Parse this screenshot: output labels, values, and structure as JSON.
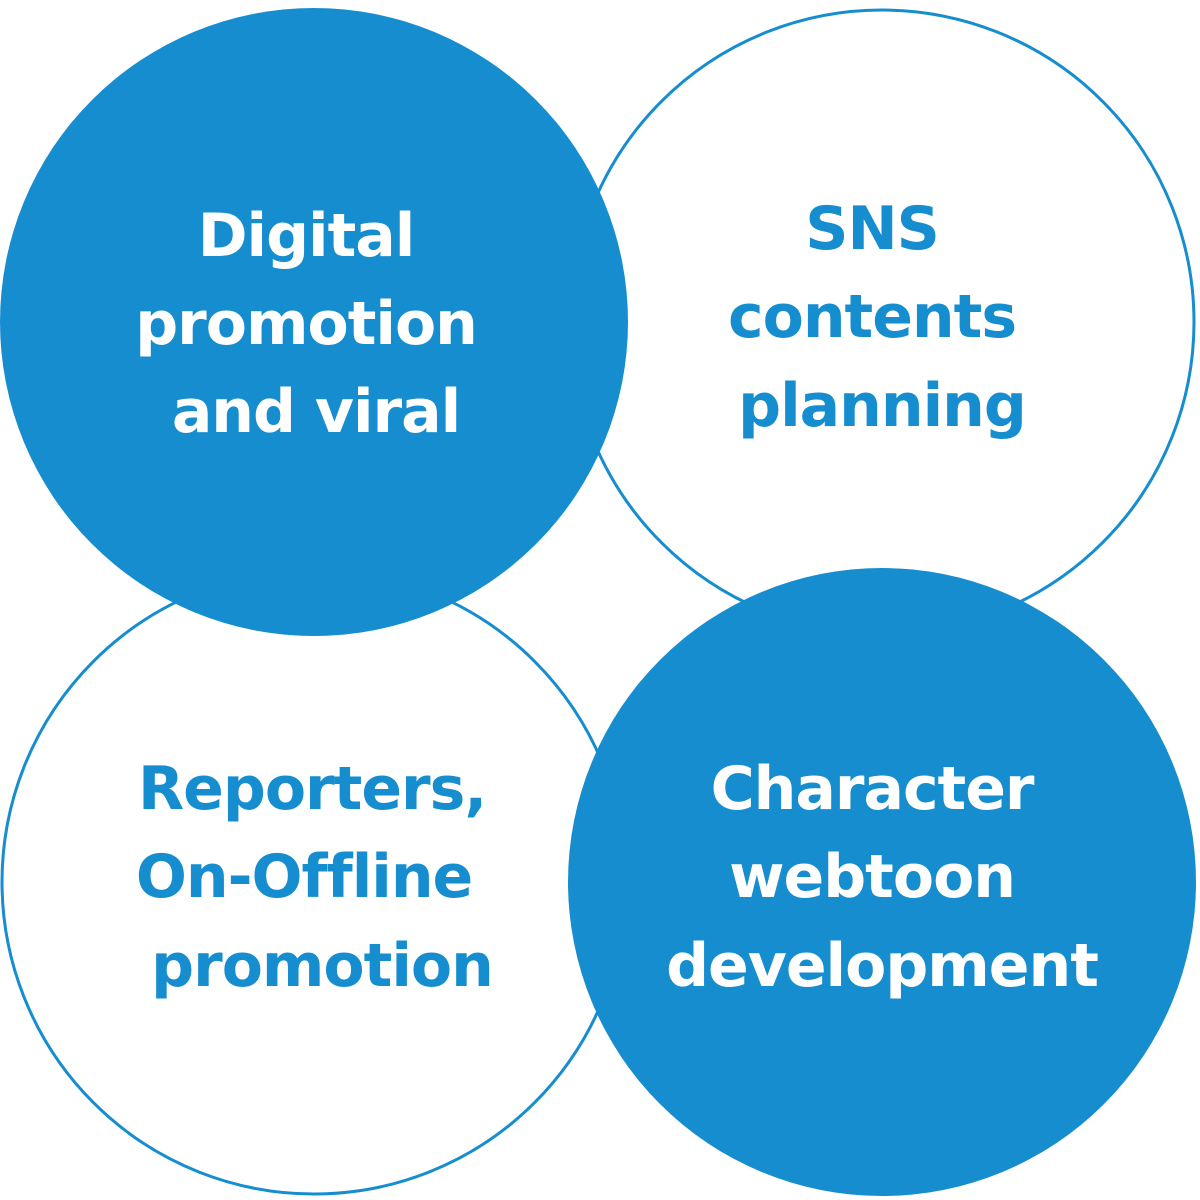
{
  "colors": {
    "accent": "#158dcf",
    "background": "#ffffff"
  },
  "circles": [
    {
      "id": "digital-promotion",
      "style": "filled",
      "lines": [
        "Digital",
        "promotion",
        "and viral"
      ]
    },
    {
      "id": "sns-contents",
      "style": "outline",
      "lines": [
        "SNS",
        "contents",
        "planning"
      ]
    },
    {
      "id": "reporters-promotion",
      "style": "outline",
      "lines": [
        "Reporters,",
        "On-Offline",
        "promotion"
      ]
    },
    {
      "id": "character-webtoon",
      "style": "filled",
      "lines": [
        "Character",
        "webtoon",
        "development"
      ]
    }
  ]
}
